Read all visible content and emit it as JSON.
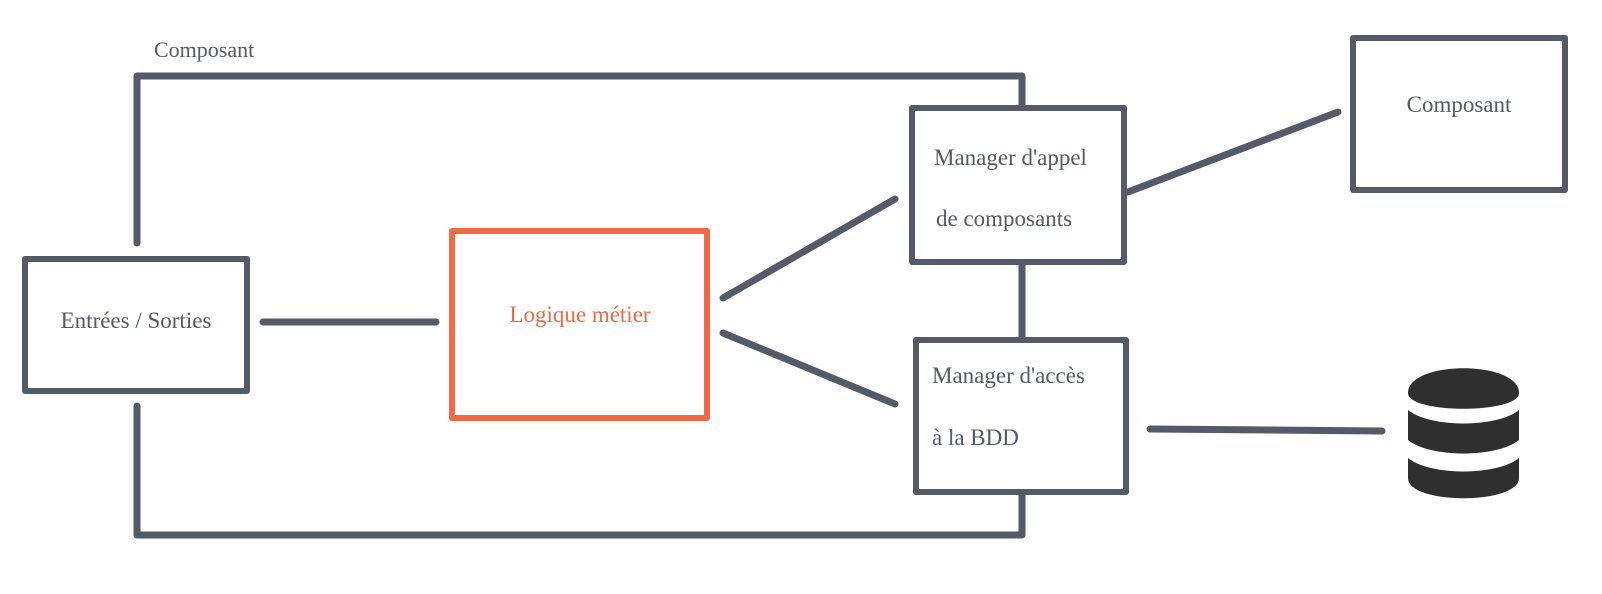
{
  "colors": {
    "ink": "#555a68",
    "accent": "#f26a45",
    "db": "#2f2f2f"
  },
  "outer_component": {
    "label": "Composant"
  },
  "nodes": {
    "io": {
      "label": "Entrées / Sorties"
    },
    "logic": {
      "label": "Logique métier"
    },
    "call_manager": {
      "line1": "Manager d'appel",
      "line2": "de composants"
    },
    "db_manager": {
      "line1": "Manager d'accès",
      "line2": "à la BDD"
    },
    "external_component": {
      "label": "Composant"
    }
  },
  "icons": {
    "database": "database-icon"
  }
}
